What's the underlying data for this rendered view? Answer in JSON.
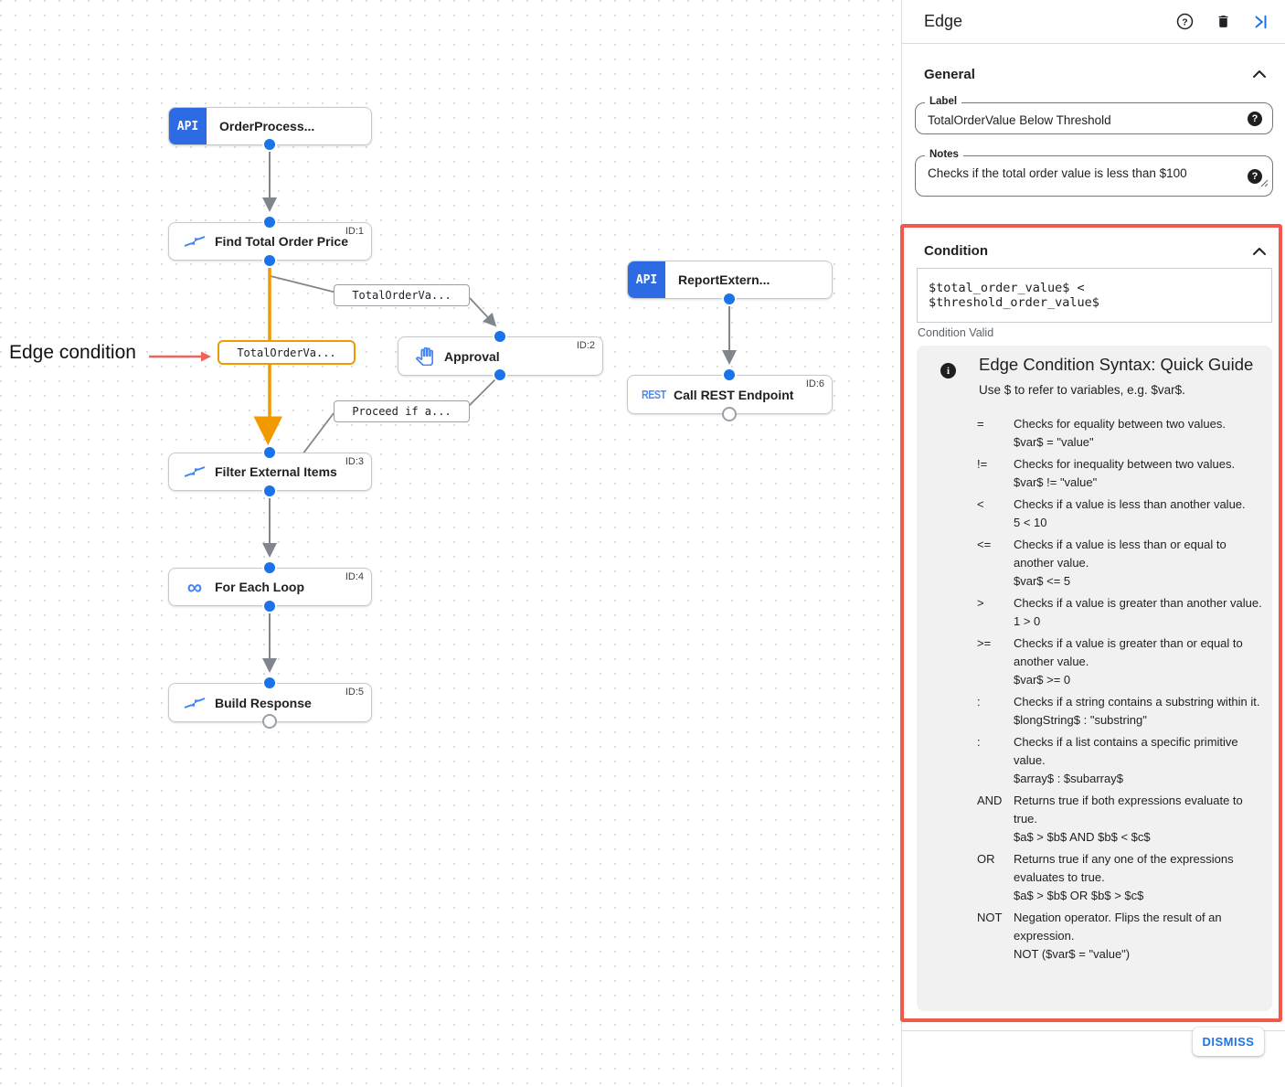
{
  "colors": {
    "accent_blue": "#1a73e8",
    "node_icon_blue": "#4285f4",
    "api_badge_blue": "#2d6be5",
    "edge_gray": "#80868b",
    "edge_orange": "#f29900",
    "highlight_red": "#f4584c",
    "guide_bg": "#f1f1f1"
  },
  "canvas": {
    "annotation": {
      "text": "Edge condition"
    },
    "nodes": [
      {
        "badge": "API",
        "label": "OrderProcess...",
        "id": ""
      },
      {
        "label": "Find Total Order Price",
        "id": "ID:1",
        "icon": "data-mapping-icon"
      },
      {
        "label": "Approval",
        "id": "ID:2",
        "icon": "hand-icon"
      },
      {
        "badge": "API",
        "label": "ReportExtern...",
        "id": ""
      },
      {
        "badge": "REST",
        "label": "Call REST Endpoint",
        "id": "ID:6",
        "icon": "rest-icon"
      },
      {
        "label": "Filter External Items",
        "id": "ID:3",
        "icon": "data-mapping-icon"
      },
      {
        "label": "For Each Loop",
        "id": "ID:4",
        "icon": "infinity-icon"
      },
      {
        "label": "Build Response",
        "id": "ID:5",
        "icon": "data-mapping-icon"
      }
    ],
    "edge_labels": [
      {
        "text": "TotalOrderVa...",
        "selected": false
      },
      {
        "text": "TotalOrderVa...",
        "selected": true
      },
      {
        "text": "Proceed if a...",
        "selected": false
      }
    ]
  },
  "panel": {
    "title": "Edge",
    "general": {
      "heading": "General",
      "label_field": {
        "label": "Label",
        "value": "TotalOrderValue Below Threshold"
      },
      "notes_field": {
        "label": "Notes",
        "value": "Checks if the total order value is less than $100"
      }
    },
    "condition": {
      "heading": "Condition",
      "expression": "$total_order_value$ < $threshold_order_value$",
      "status": "Condition Valid",
      "guide": {
        "title": "Edge Condition Syntax: Quick Guide",
        "subtitle": "Use $ to refer to variables, e.g. $var$.",
        "rows": [
          {
            "op": "=",
            "desc": "Checks for equality between two values.",
            "example": "$var$ = \"value\""
          },
          {
            "op": "!=",
            "desc": "Checks for inequality between two values.",
            "example": "$var$ != \"value\""
          },
          {
            "op": "<",
            "desc": "Checks if a value is less than another value.",
            "example": "5 < 10"
          },
          {
            "op": "<=",
            "desc": "Checks if a value is less than or equal to another value.",
            "example": "$var$ <= 5"
          },
          {
            "op": ">",
            "desc": "Checks if a value is greater than another value.",
            "example": "1 > 0"
          },
          {
            "op": ">=",
            "desc": "Checks if a value is greater than or equal to another value.",
            "example": "$var$ >= 0"
          },
          {
            "op": ":",
            "desc": "Checks if a string contains a substring within it.",
            "example": "$longString$ : \"substring\""
          },
          {
            "op": ":",
            "desc": "Checks if a list contains a specific primitive value.",
            "example": "$array$ : $subarray$"
          },
          {
            "op": "AND",
            "desc": "Returns true if both expressions evaluate to true.",
            "example": "$a$ > $b$ AND $b$ < $c$"
          },
          {
            "op": "OR",
            "desc": "Returns true if any one of the expressions evaluates to true.",
            "example": "$a$ > $b$ OR $b$ > $c$"
          },
          {
            "op": "NOT",
            "desc": "Negation operator. Flips the result of an expression.",
            "example": "NOT ($var$ = \"value\")"
          }
        ]
      }
    },
    "footer": {
      "dismiss_label": "DISMISS"
    }
  }
}
